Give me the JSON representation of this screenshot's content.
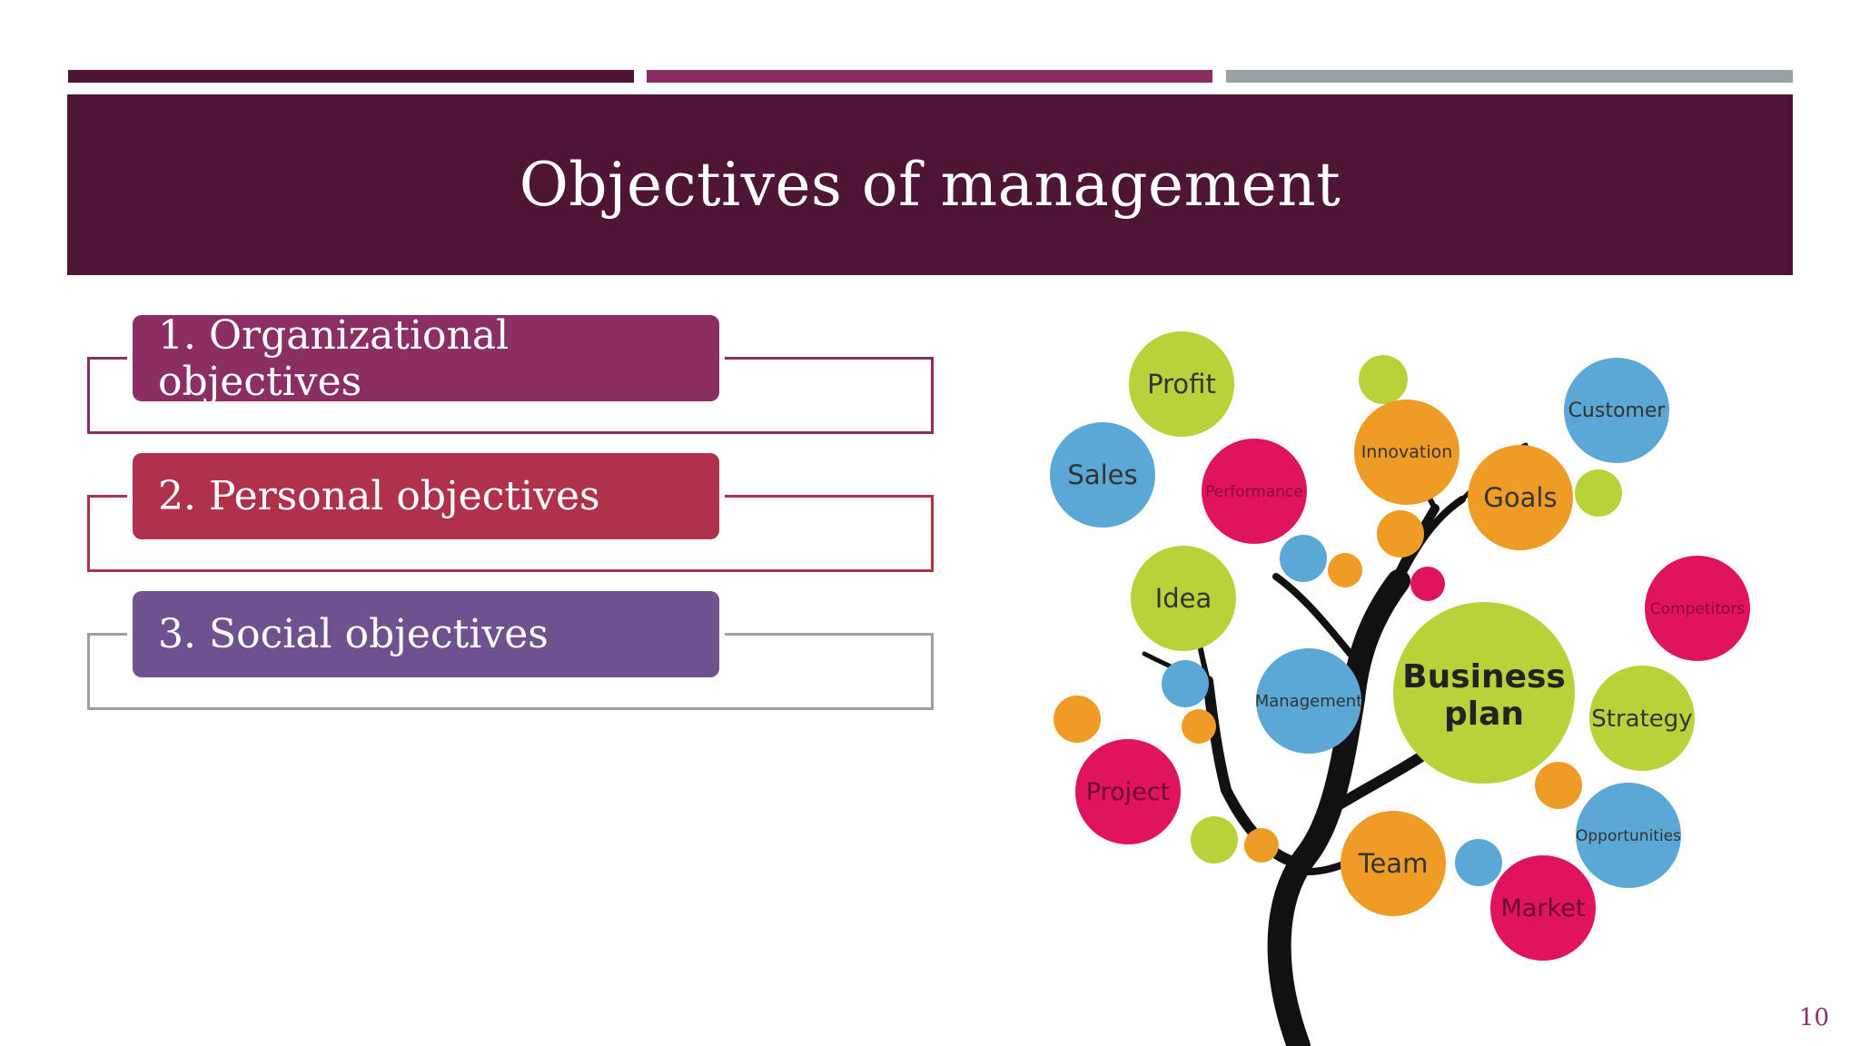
{
  "slide": {
    "title": "Objectives of management",
    "slide_number": "10",
    "colors": {
      "title_band": "#4E1535",
      "accent_dark": "#4E1535",
      "accent_mid": "#8B2E62",
      "accent_gray": "#9AA0A6",
      "number": "#8B2E62"
    }
  },
  "objectives": [
    {
      "label": "1. Organizational objectives",
      "color": "#8B2E62",
      "frame_color": "#8B2E62"
    },
    {
      "label": "2. Personal objectives",
      "color": "#B0314B",
      "frame_color": "#B0314B"
    },
    {
      "label": "3. Social objectives",
      "color": "#6E528F",
      "frame_color": "#9AA0A6"
    }
  ],
  "tree": {
    "center": "Business plan",
    "center_lines": [
      "Business",
      "plan"
    ],
    "bubbles": [
      "Profit",
      "Sales",
      "Performance",
      "Innovation",
      "Goals",
      "Customer",
      "Idea",
      "Management",
      "Competitors",
      "Strategy",
      "Project",
      "Team",
      "Opportunities",
      "Market"
    ]
  }
}
